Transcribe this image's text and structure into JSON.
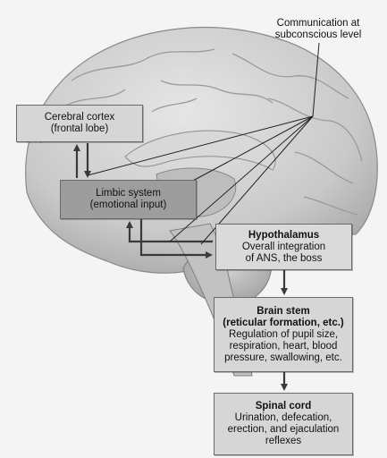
{
  "callout": {
    "line1": "Communication at",
    "line2": "subconscious level"
  },
  "boxes": {
    "cortex": {
      "line1": "Cerebral cortex",
      "line2": "(frontal lobe)"
    },
    "limbic": {
      "line1": "Limbic system",
      "line2": "(emotional input)"
    },
    "hypothalamus": {
      "title": "Hypothalamus",
      "line1": "Overall integration",
      "line2": "of ANS, the boss"
    },
    "brain_stem": {
      "title": "Brain stem",
      "subtitle": "(reticular formation, etc.)",
      "line1": "Regulation of pupil size,",
      "line2": "respiration, heart, blood",
      "line3": "pressure, swallowing, etc."
    },
    "spinal_cord": {
      "title": "Spinal cord",
      "line1": "Urination, defecation,",
      "line2": "erection, and ejaculation",
      "line3": "reflexes"
    }
  },
  "colors": {
    "brain_fill": "#cfcfcf",
    "box_light": "#d6d6d6",
    "box_dark": "#9d9d9d",
    "arrow": "#3a3a3a"
  }
}
